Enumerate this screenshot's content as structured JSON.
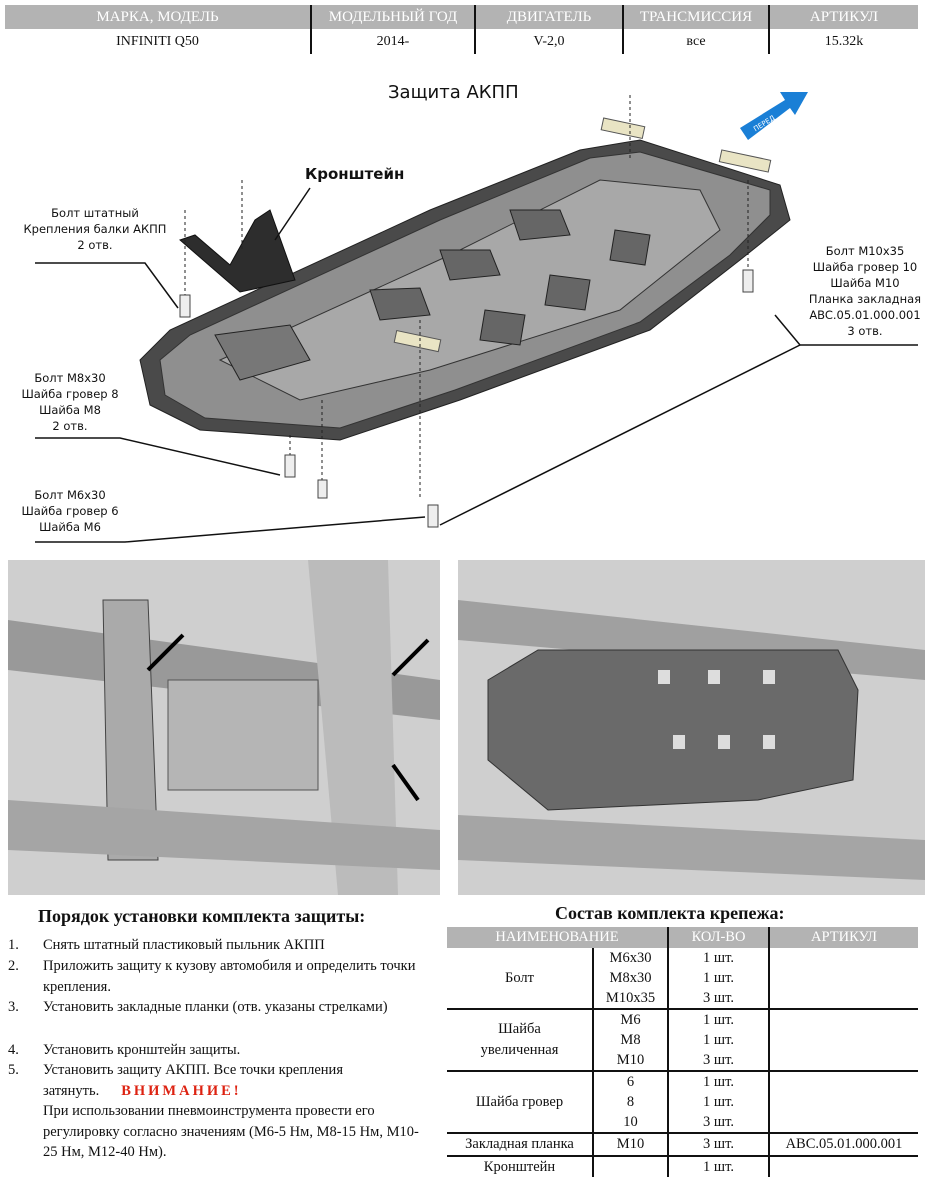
{
  "header_table": {
    "columns": [
      "МАРКА, МОДЕЛЬ",
      "МОДЕЛЬНЫЙ ГОД",
      "ДВИГАТЕЛЬ",
      "ТРАНСМИССИЯ",
      "АРТИКУЛ"
    ],
    "row": [
      "INFINITI Q50",
      "2014-",
      "V-2,0",
      "все",
      "15.32k"
    ]
  },
  "diagram": {
    "title": "Защита АКПП",
    "bracket_label": "Кронштейн",
    "front_arrow": "ПЕРЕД",
    "callouts": {
      "std_bolt": [
        "Болт штатный",
        "Крепления балки АКПП",
        "2 отв."
      ],
      "m8": [
        "Болт М8х30",
        "Шайба гровер 8",
        "Шайба М8",
        "2 отв."
      ],
      "m6": [
        "Болт М6х30",
        "Шайба гровер 6",
        "Шайба М6"
      ],
      "m10": [
        "Болт М10х35",
        "Шайба гровер 10",
        "Шайба М10",
        "Планка закладная",
        "ABC.05.01.000.001",
        "3 отв."
      ]
    },
    "colors": {
      "front_arrow": "#1a7fd6",
      "plate": "#e9e4c4"
    }
  },
  "instructions": {
    "title": "Порядок установки комплекта защиты:",
    "steps": [
      {
        "n": "1.",
        "text": "Снять штатный пластиковый пыльник АКПП"
      },
      {
        "n": "2.",
        "text": "Приложить защиту к кузову автомобиля и определить точки крепления."
      },
      {
        "n": "3.",
        "text": "Установить закладные планки (отв. указаны стрелками)"
      },
      {
        "n": "4.",
        "text": "Установить кронштейн защиты."
      },
      {
        "n": "5.",
        "text": "Установить защиту АКПП. Все точки крепления затянуть.",
        "warning": "ВНИМАНИЕ!",
        "note": "При использовании пневмоинструмента провести его регулировку согласно значениям (М6-5 Нм, М8-15 Нм, М10-25 Нм, М12-40 Нм)."
      }
    ]
  },
  "kit": {
    "title": "Состав комплекта крепежа:",
    "columns": [
      "НАИМЕНОВАНИЕ",
      "КОЛ-ВО",
      "АРТИКУЛ"
    ],
    "groups": [
      {
        "name": "Болт",
        "sizes": [
          "М6х30",
          "М8х30",
          "М10х35"
        ],
        "qty": [
          "1 шт.",
          "1 шт.",
          "3 шт."
        ],
        "article": ""
      },
      {
        "name": "Шайба увеличенная",
        "sizes": [
          "М6",
          "М8",
          "М10"
        ],
        "qty": [
          "1 шт.",
          "1 шт.",
          "3 шт."
        ],
        "article": ""
      },
      {
        "name": "Шайба гровер",
        "sizes": [
          "6",
          "8",
          "10"
        ],
        "qty": [
          "1 шт.",
          "1 шт.",
          "3 шт."
        ],
        "article": ""
      },
      {
        "name": "Закладная планка",
        "sizes": [
          "М10"
        ],
        "qty": [
          "3 шт."
        ],
        "article": "ABC.05.01.000.001"
      },
      {
        "name": "Кронштейн",
        "sizes": [
          ""
        ],
        "qty": [
          "1 шт."
        ],
        "article": ""
      }
    ]
  }
}
